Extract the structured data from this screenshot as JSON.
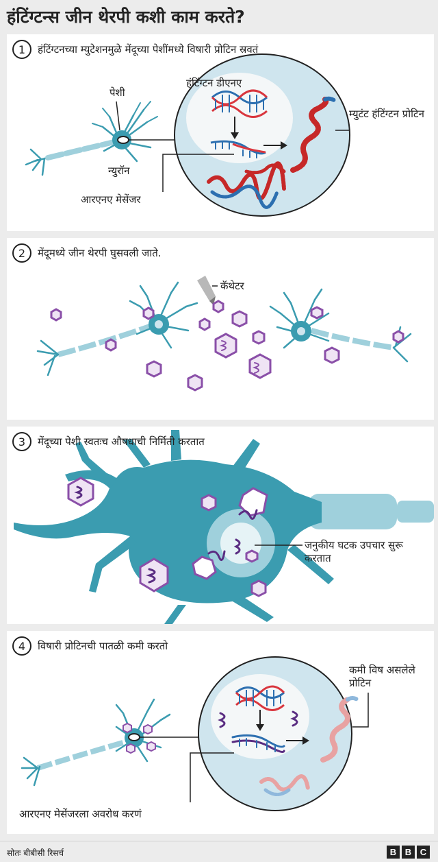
{
  "title": "हंटिंग्टन्स जीन थेरपी कशी काम करते?",
  "panels": [
    {
      "num": "1",
      "heading": "हंटिंग्टनच्या म्युटेशनमुळे मेंदूच्या पेशींमध्ये विषारी प्रोटिन स्रवतं",
      "labels": {
        "cell": "पेशी",
        "dna": "हंटिंग्टन डीएनए",
        "mutant_protein": "म्युटंट हंटिंग्टन प्रोटिन",
        "neuron": "न्युरॉन",
        "mrna": "आरएनए मेसेंजर"
      }
    },
    {
      "num": "2",
      "heading": "मेंदूमध्ये जीन थेरपी घुसवली जाते.",
      "labels": {
        "catheter": "कॅथेटर"
      }
    },
    {
      "num": "3",
      "heading": "मेंदूच्या पेशी स्वतःच औषधाची निर्मिती करतात",
      "labels": {
        "genetic": "जनुकीय घटक उपचार सुरू करतात"
      }
    },
    {
      "num": "4",
      "heading": "विषारी प्रोटिनची पातळी कमी करतो",
      "labels": {
        "low_toxic": "कमी विष असलेले प्रोटिन",
        "block_mrna": "आरएनए मेसेंजरला अवरोध करणं"
      }
    }
  ],
  "footer": {
    "source": "सोतः बीबीसी रिसर्च",
    "logo": [
      "B",
      "B",
      "C"
    ]
  },
  "colors": {
    "neuron": "#3b9cb0",
    "nucleus_bg": "#cfe5ee",
    "dna_blue": "#2c6fb0",
    "dna_red": "#d9363e",
    "virus": "#8a4fa8",
    "virus_fill": "#efe4f4"
  }
}
